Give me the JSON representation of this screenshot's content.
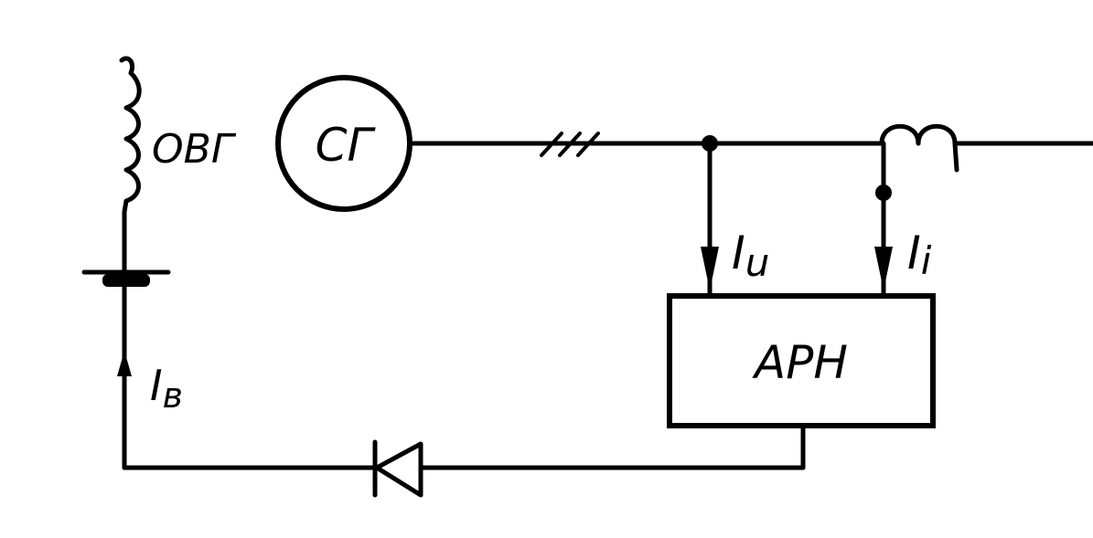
{
  "labels": {
    "field_winding": "ОВГ",
    "generator": "СГ",
    "regulator": "АРН",
    "current_voltage": "I",
    "current_voltage_sub": "u",
    "current_current": "I",
    "current_current_sub": "i",
    "current_excitation": "I",
    "current_excitation_sub": "в"
  }
}
